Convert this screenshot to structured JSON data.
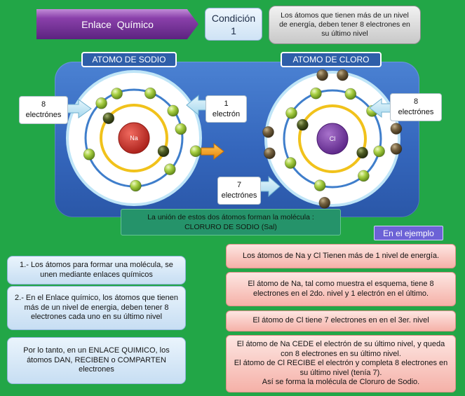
{
  "title": {
    "text": "Enlace  Químico"
  },
  "condition": {
    "label": "Condición",
    "number": "1"
  },
  "rule_text": "Los átomos que tienen más de un nivel de energía, deben tener 8 electrones en su último nivel",
  "sodium": {
    "label": "ATOMO DE SODIO",
    "symbol": "Na",
    "shells": [
      2,
      8,
      1
    ],
    "callout_left": {
      "number": "8",
      "unit": "electrónes"
    },
    "callout_right": {
      "number": "1",
      "unit": "electrón"
    }
  },
  "chlorine": {
    "label": "ATOMO DE CLORO",
    "symbol": "Cl",
    "shells": [
      2,
      8,
      7
    ],
    "callout_right": {
      "number": "8",
      "unit": "electrónes"
    },
    "callout_bottom": {
      "number": "7",
      "unit": "electrónes"
    }
  },
  "union": {
    "line1": "La unión de estos dos átomos forman la molécula :",
    "line2": "CLORURO DE SODIO (Sal)"
  },
  "example_label": "En el ejemplo",
  "left_notes": [
    "1.- Los átomos para formar una molécula, se unen mediante enlaces químicos",
    "2.- En el Enlace químico, los átomos que tienen más de un nivel de energia, deben tener 8 electrones cada uno en su último nivel",
    "Por lo tanto, en un ENLACE QUIMICO, los átomos DAN, RECIBEN o COMPARTEN electrones"
  ],
  "right_notes": [
    "Los átomos de Na y Cl Tienen más de 1 nivel de energía.",
    "El átomo de Na, tal como muestra el esquema, tiene 8 electrones en el 2do. nivel y 1 electrón en el último.",
    "El átomo de Cl tiene 7 electrones en en el 3er. nivel"
  ],
  "right_note_final": [
    "El átomo de Na CEDE el electrón de su último nivel, y queda con 8 electrones en su último nivel.",
    "El átomo de Cl RECIBE el electrón y completa 8 electrones en su último nivel (tenía 7).",
    "Así se forma la molécula de Cloruro de Sodio."
  ],
  "colors": {
    "background": "#22a647",
    "panel": "#3567bd",
    "title_purple": "#8a40aa",
    "label_blue": "#2e5ea9",
    "union_band": "#25936a",
    "example_badge": "#6c62d6",
    "note_blue": "#c7def3",
    "note_pink": "#f5b1a8",
    "sodium_nucleus": "#cf2e28",
    "chlorine_nucleus": "#7a3aa8",
    "orbit_inner": "#f1c21b",
    "orbit_outer": "#3f7ecb"
  }
}
